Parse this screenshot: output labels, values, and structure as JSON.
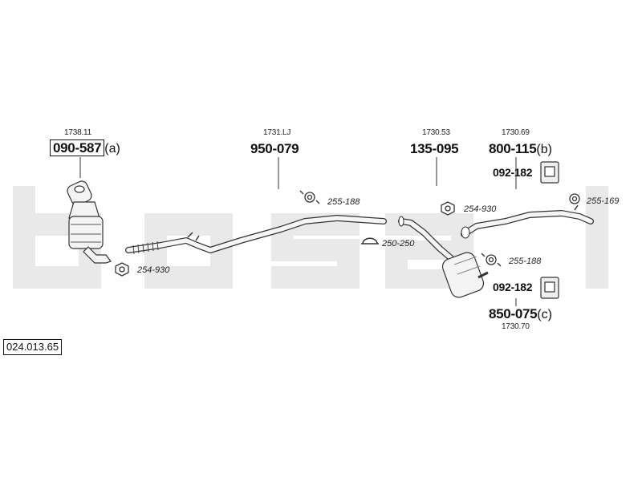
{
  "diagram_number": "024.013.65",
  "brand_watermark": "bosal",
  "components": [
    {
      "ref": "1738.11",
      "part": "090-587",
      "suffix": "(a)"
    },
    {
      "ref": "1731.LJ",
      "part": "950-079"
    },
    {
      "ref": "1730.53",
      "part": "135-095"
    },
    {
      "ref": "1730.69",
      "part": "800-115",
      "suffix": "(b)"
    },
    {
      "ref": "1730.70",
      "part": "850-075",
      "suffix": "(c)"
    }
  ],
  "hangers": {
    "upper": "092-182",
    "lower": "092-182"
  },
  "accessories": [
    {
      "code": "254-930"
    },
    {
      "code": "255-188"
    },
    {
      "code": "250-250"
    },
    {
      "code": "254-930"
    },
    {
      "code": "255-169"
    },
    {
      "code": "255-188"
    }
  ]
}
